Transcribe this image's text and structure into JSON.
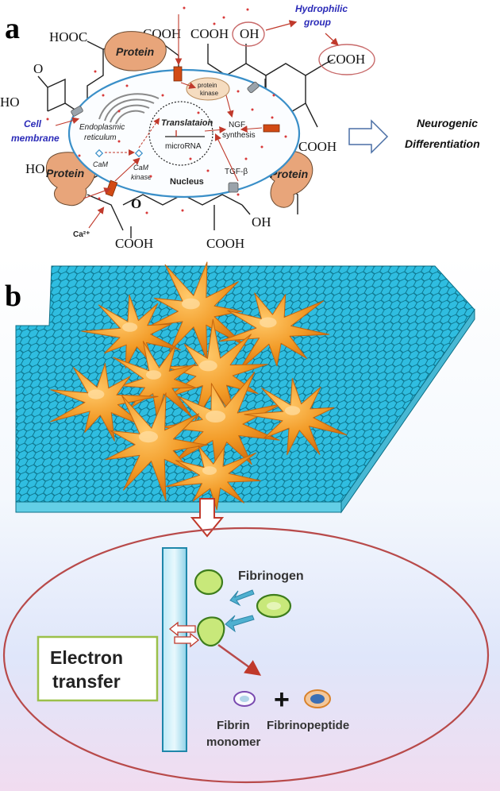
{
  "panel_a": {
    "letter": "a",
    "hydrophilic_group": [
      "Hydrophilic",
      "group"
    ],
    "cell_membrane": [
      "Cell",
      "membrane"
    ],
    "neurogenic_differentiation": [
      "Neurogenic",
      "Differentiation"
    ],
    "protein": "Protein",
    "chemical_groups": {
      "hooc_top_left": "HOOC",
      "cooh_top_1": "COOH",
      "cooh_top_2": "COOH",
      "oh_top": "OH",
      "cooh_top_right": "COOH",
      "ho_left": "HO",
      "o_left": "O",
      "ho_left_lower": "HO",
      "cooh_right": "COOH",
      "cooh_bottom_1": "COOH",
      "cooh_bottom_2": "COOH",
      "oh_bottom": "OH",
      "epoxide_o": "O"
    },
    "cell_labels": {
      "protein_kinase": [
        "protein",
        "kinase"
      ],
      "endoplasmic_reticulum": [
        "Endoplasmic",
        "reticulum"
      ],
      "translation": "Translataion",
      "microrna": "microRNA",
      "ngf_synthesis": [
        "NGF",
        "synthesis"
      ],
      "cam": "CaM",
      "cam_kinase": [
        "CaM",
        "kinase"
      ],
      "nucleus": "Nucleus",
      "tgf_beta": "TGF-β",
      "calcium": "Ca²⁺"
    }
  },
  "panel_b": {
    "letter": "b",
    "fibrinogen": "Fibrinogen",
    "electron_transfer": [
      "Electron",
      "transfer"
    ],
    "fibrin_monomer": [
      "Fibrin",
      "monomer"
    ],
    "fibrinopeptide": "Fibrinopeptide",
    "plus": "+"
  },
  "colors": {
    "label_blue": "#2b2bb8",
    "protein_fill": "#e8a57a",
    "graphene_cyan": "#29b8d8",
    "cell_orange": "#f0901e",
    "ellipse_red": "#b84a4a",
    "fibrinogen_green": "#c8e87a",
    "box_border_green": "#9bc04a",
    "channel_orange": "#d24a14"
  }
}
